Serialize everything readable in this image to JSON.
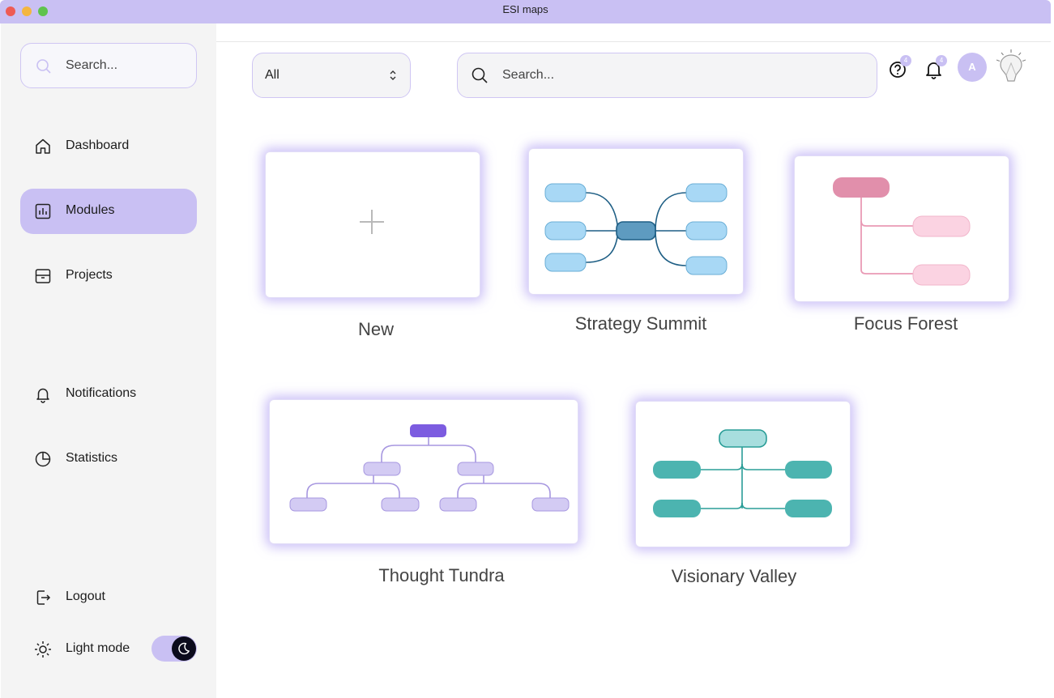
{
  "window": {
    "title": "ESI maps"
  },
  "sidebar": {
    "search_placeholder": "Search...",
    "items": [
      {
        "label": "Dashboard",
        "icon": "home-icon",
        "active": false
      },
      {
        "label": "Modules",
        "icon": "chart-box-icon",
        "active": true
      },
      {
        "label": "Projects",
        "icon": "box-icon",
        "active": false
      },
      {
        "label": "Notifications",
        "icon": "bell-icon",
        "active": false
      },
      {
        "label": "Statistics",
        "icon": "pie-chart-icon",
        "active": false
      },
      {
        "label": "Logout",
        "icon": "logout-icon",
        "active": false
      }
    ],
    "theme": {
      "label": "Light mode",
      "icon": "sun-icon",
      "toggle_icon": "moon-icon",
      "dark_mode_on": true
    }
  },
  "toolbar": {
    "filter_value": "All",
    "search_placeholder": "Search...",
    "help_badge": "4",
    "notification_badge": "4",
    "avatar_initial": "A",
    "logo": "lightbulb-logo"
  },
  "cards": [
    {
      "label": "New",
      "kind": "new"
    },
    {
      "label": "Strategy Summit",
      "kind": "mind-map-blue"
    },
    {
      "label": "Focus Forest",
      "kind": "tree-pink"
    },
    {
      "label": "Thought Tundra",
      "kind": "org-chart-purple"
    },
    {
      "label": "Visionary Valley",
      "kind": "mind-map-teal"
    }
  ],
  "colors": {
    "accent": "#c9c0f3",
    "blue_node": "#a8d8f5",
    "blue_center": "#5e9bc0",
    "pink_root": "#e18fab",
    "pink_node": "#fbd3e2",
    "purple_root": "#7c5ce0",
    "purple_node": "#d3cbf3",
    "teal_node": "#4cb4b0",
    "teal_root": "#a7dede"
  }
}
